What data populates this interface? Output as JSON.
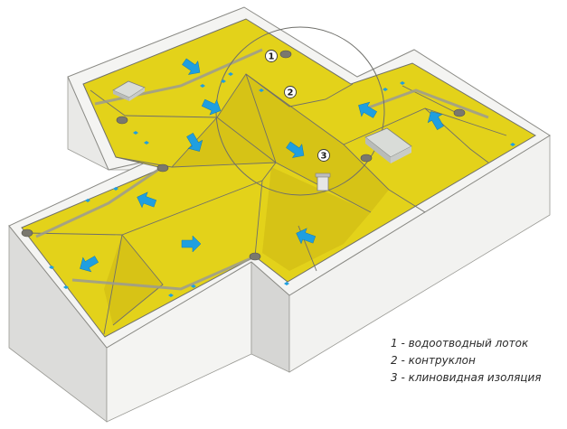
{
  "diagram": {
    "callouts": [
      "1",
      "2",
      "3"
    ],
    "legend": [
      "1 - водоотводный лоток",
      "2 - контруклон",
      "3 - клиновидная изоляция"
    ],
    "colors": {
      "background": "#ffffff",
      "roof_fill": "#e3d21a",
      "roof_fill_dark": "#cdb714",
      "parapet_top": "#f2f2f0",
      "wall_light": "#eeeeec",
      "wall_dark": "#d3d3d1",
      "edge_line": "#6f6f6a",
      "arrow": "#1f9fe0",
      "drain": "#7a786e",
      "skylight": "#d9dcd8",
      "chimney": "#e6e6e6"
    },
    "icons": [
      "arrow-icon",
      "drain-icon",
      "skylight-icon",
      "chimney-icon"
    ]
  }
}
